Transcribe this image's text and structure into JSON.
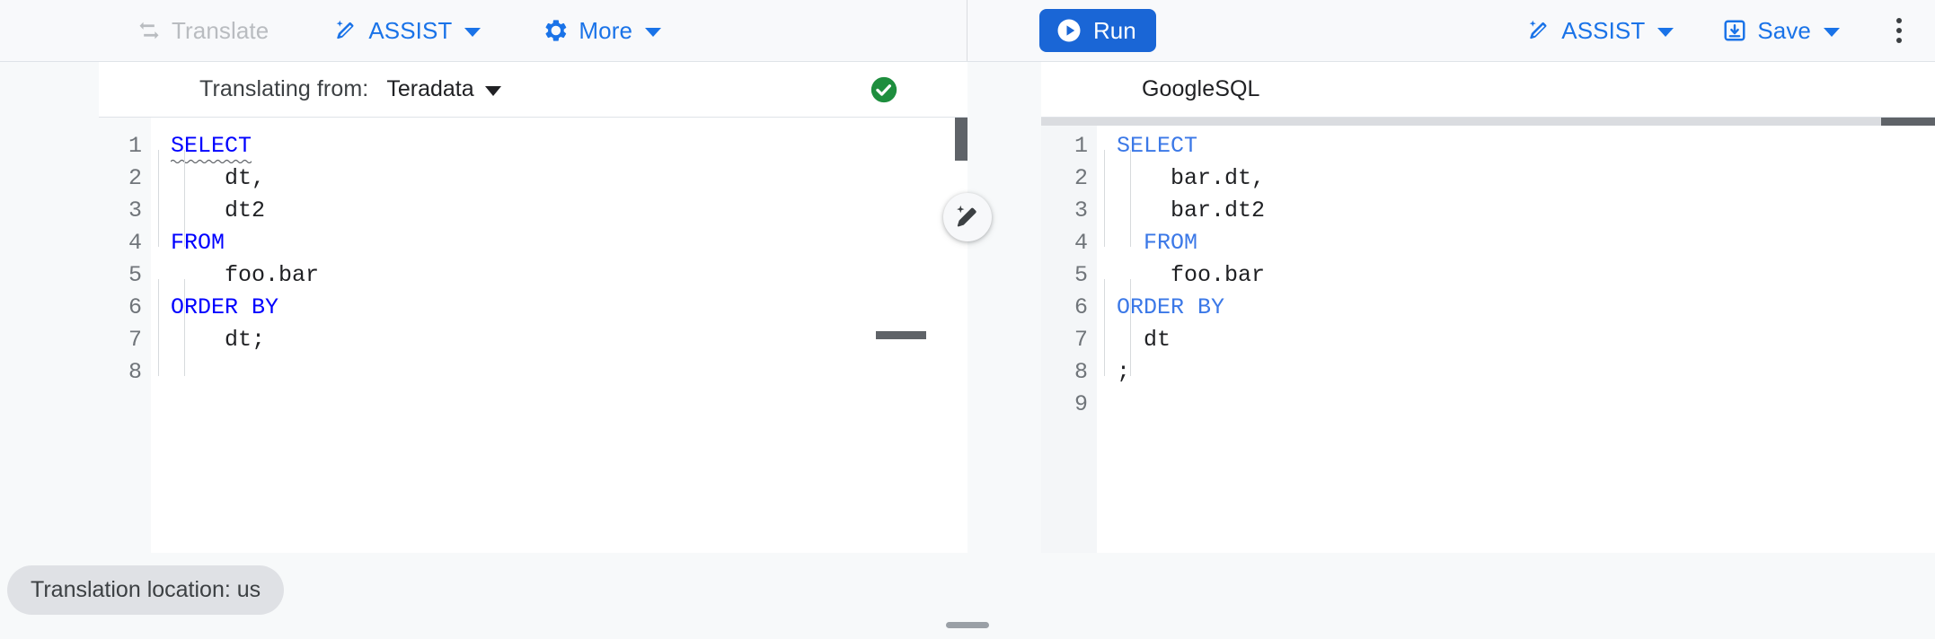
{
  "toolbar": {
    "left": [
      {
        "id": "translate",
        "label": "Translate",
        "icon": "swap-arrows-icon",
        "disabled": true,
        "caret": false
      },
      {
        "id": "assist-left",
        "label": "ASSIST",
        "icon": "magic-wand-icon",
        "disabled": false,
        "caret": true
      },
      {
        "id": "more",
        "label": "More",
        "icon": "gear-icon",
        "disabled": false,
        "caret": true
      }
    ],
    "run_label": "Run",
    "run_icon": "play-circle-icon",
    "right": [
      {
        "id": "assist-right",
        "label": "ASSIST",
        "icon": "magic-wand-icon",
        "caret": true
      },
      {
        "id": "save",
        "label": "Save",
        "icon": "save-icon",
        "caret": true
      }
    ],
    "overflow_icon": "kebab-menu-icon"
  },
  "left_pane": {
    "header_label": "Translating from:",
    "language": "Teradata",
    "status_icon": "check-circle-icon",
    "status_color": "#1e8e3e",
    "gutter_icon": "info-icon",
    "line_numbers": [
      "1",
      "2",
      "3",
      "4",
      "5",
      "6",
      "7",
      "8"
    ],
    "code_lines": [
      {
        "indent": 0,
        "tokens": [
          {
            "t": "SELECT",
            "k": true
          }
        ],
        "squiggle": true
      },
      {
        "indent": 0,
        "tokens": [
          {
            "t": "    dt,",
            "k": false
          }
        ]
      },
      {
        "indent": 0,
        "tokens": [
          {
            "t": "    dt2",
            "k": false
          }
        ]
      },
      {
        "indent": 0,
        "tokens": [
          {
            "t": "FROM",
            "k": true
          }
        ]
      },
      {
        "indent": 0,
        "tokens": [
          {
            "t": "    foo.bar",
            "k": false
          }
        ]
      },
      {
        "indent": 0,
        "tokens": [
          {
            "t": "ORDER BY",
            "k": true
          }
        ]
      },
      {
        "indent": 0,
        "tokens": [
          {
            "t": "    dt;",
            "k": false
          }
        ]
      },
      {
        "indent": 0,
        "tokens": [
          {
            "t": "",
            "k": false
          }
        ]
      }
    ]
  },
  "right_pane": {
    "header_label": "GoogleSQL",
    "line_numbers": [
      "1",
      "2",
      "3",
      "4",
      "5",
      "6",
      "7",
      "8",
      "9"
    ],
    "code_lines": [
      {
        "tokens": [
          {
            "t": "SELECT",
            "k": true
          }
        ]
      },
      {
        "tokens": [
          {
            "t": "    bar.dt,",
            "k": false
          }
        ]
      },
      {
        "tokens": [
          {
            "t": "    bar.dt2",
            "k": false
          }
        ]
      },
      {
        "tokens": [
          {
            "t": "  FROM",
            "k": true
          }
        ]
      },
      {
        "tokens": [
          {
            "t": "    foo.bar",
            "k": false
          }
        ]
      },
      {
        "tokens": [
          {
            "t": "ORDER BY",
            "k": true
          }
        ]
      },
      {
        "tokens": [
          {
            "t": "  dt",
            "k": false
          }
        ]
      },
      {
        "tokens": [
          {
            "t": ";",
            "k": false
          }
        ]
      },
      {
        "tokens": [
          {
            "t": "",
            "k": false
          }
        ]
      }
    ]
  },
  "fab": {
    "icon": "magic-wand-icon"
  },
  "footer": {
    "location_chip": "Translation location: us",
    "drag_handle": "resize-handle"
  },
  "colors": {
    "accent": "#1a73e8",
    "run_bg": "#1a66d6",
    "keyword_left": "#0000ff",
    "keyword_right": "#3b78e7",
    "success": "#1e8e3e",
    "chip_bg": "#dfe1e5",
    "text": "#202124",
    "muted": "#70757a"
  }
}
